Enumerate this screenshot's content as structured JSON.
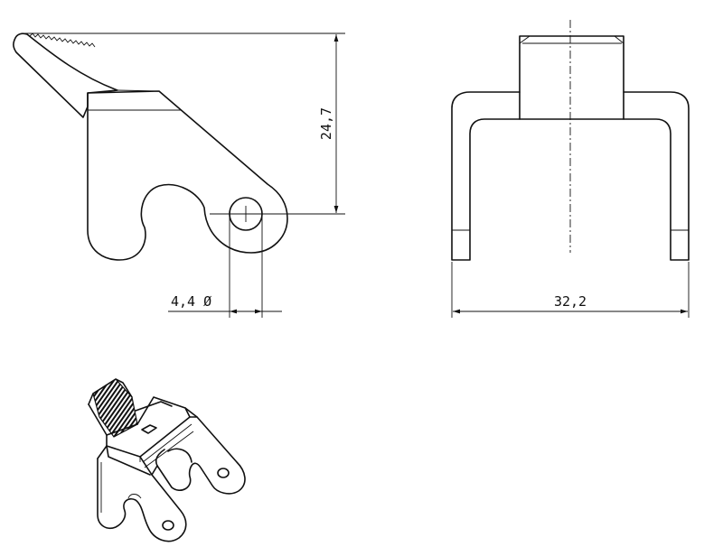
{
  "dimensions": {
    "height": "24,7",
    "diameter": "4,4 Ø",
    "width": "32,2"
  },
  "colors": {
    "line": "#111111",
    "background": "#ffffff"
  }
}
